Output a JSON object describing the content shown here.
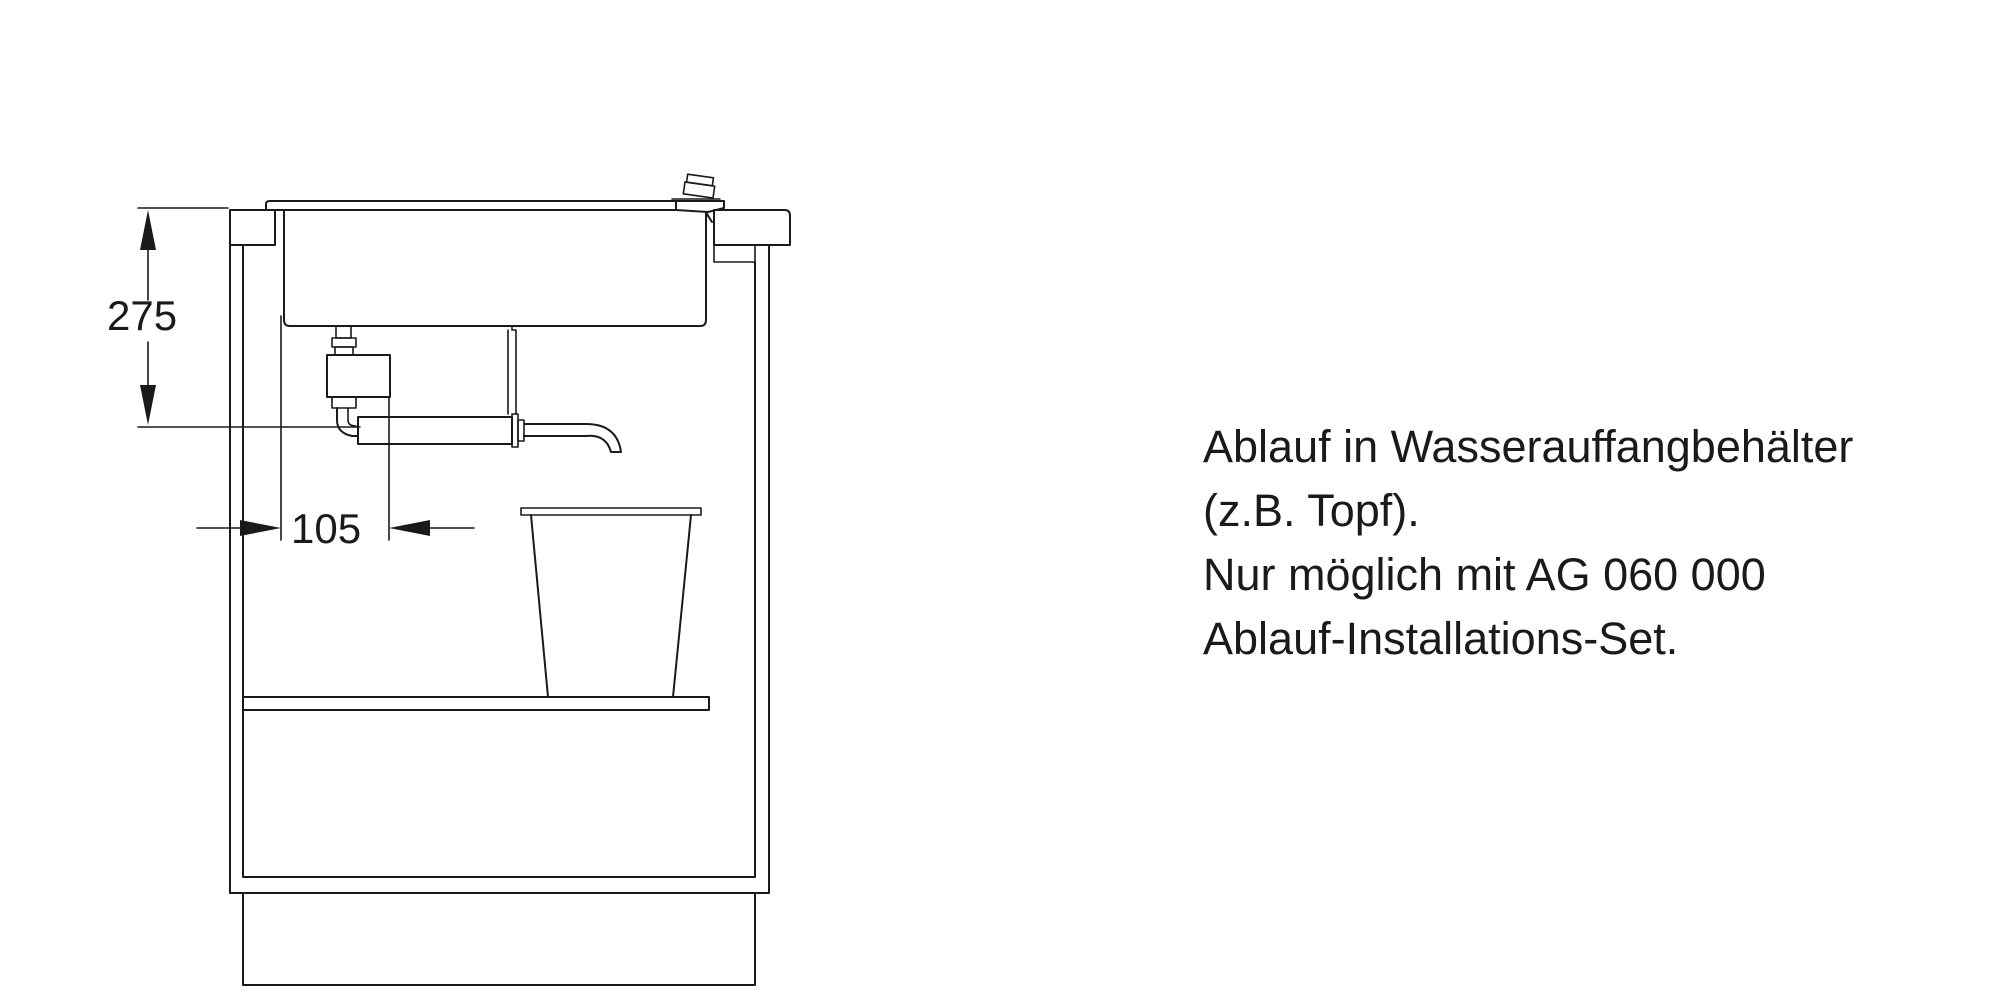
{
  "dimensions": {
    "height": "275",
    "offset": "105"
  },
  "caption": {
    "lines": [
      "Ablauf in Wasserauffangbehälter",
      "(z.B. Topf).",
      "Nur möglich mit AG 060 000",
      "Ablauf-Installations-Set."
    ]
  },
  "colors": {
    "line": "#1a1a1a",
    "background": "#ffffff"
  }
}
